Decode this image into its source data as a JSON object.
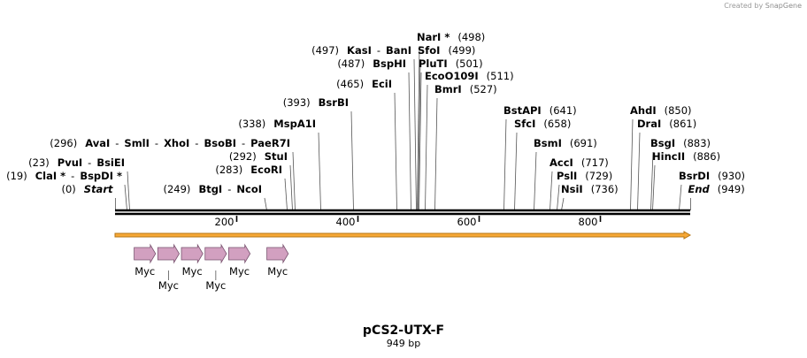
{
  "credit": {
    "prefix": "Created by",
    "brand": "SnapGene"
  },
  "map": {
    "title": "pCS2-UTX-F",
    "length_label": "949 bp",
    "length": 949,
    "ticks": [
      "200",
      "400",
      "600",
      "800"
    ],
    "tick_values": [
      200,
      400,
      600,
      800
    ]
  },
  "sites": [
    {
      "parts": [
        {
          "t": "(0)",
          "c": "pos"
        },
        {
          "t": "Start",
          "c": "it"
        }
      ],
      "pos": 0
    },
    {
      "parts": [
        {
          "t": "(19)",
          "c": "pos"
        },
        {
          "t": "ClaI *",
          "c": "nm"
        },
        {
          "t": "-",
          "c": "pos"
        },
        {
          "t": "BspDI *",
          "c": "nm"
        }
      ],
      "pos": 19
    },
    {
      "parts": [
        {
          "t": "(23)",
          "c": "pos"
        },
        {
          "t": "PvuI",
          "c": "nm"
        },
        {
          "t": "-",
          "c": "pos"
        },
        {
          "t": "BsiEI",
          "c": "nm"
        }
      ],
      "pos": 23
    },
    {
      "parts": [
        {
          "t": "(249)",
          "c": "pos"
        },
        {
          "t": "BtgI",
          "c": "nm"
        },
        {
          "t": "-",
          "c": "pos"
        },
        {
          "t": "NcoI",
          "c": "nm"
        }
      ],
      "pos": 249
    },
    {
      "parts": [
        {
          "t": "(283)",
          "c": "pos"
        },
        {
          "t": "EcoRI",
          "c": "nm"
        }
      ],
      "pos": 283
    },
    {
      "parts": [
        {
          "t": "(292)",
          "c": "pos"
        },
        {
          "t": "StuI",
          "c": "nm"
        }
      ],
      "pos": 292
    },
    {
      "parts": [
        {
          "t": "(296)",
          "c": "pos"
        },
        {
          "t": "AvaI",
          "c": "nm"
        },
        {
          "t": "-",
          "c": "pos"
        },
        {
          "t": "SmlI",
          "c": "nm"
        },
        {
          "t": "-",
          "c": "pos"
        },
        {
          "t": "XhoI",
          "c": "nm"
        },
        {
          "t": "-",
          "c": "pos"
        },
        {
          "t": "BsoBI",
          "c": "nm"
        },
        {
          "t": "-",
          "c": "pos"
        },
        {
          "t": "PaeR7I",
          "c": "nm"
        }
      ],
      "pos": 296
    },
    {
      "parts": [
        {
          "t": "(338)",
          "c": "pos"
        },
        {
          "t": "MspA1I",
          "c": "nm"
        }
      ],
      "pos": 338
    },
    {
      "parts": [
        {
          "t": "(393)",
          "c": "pos"
        },
        {
          "t": "BsrBI",
          "c": "nm"
        }
      ],
      "pos": 393
    },
    {
      "parts": [
        {
          "t": "(465)",
          "c": "pos"
        },
        {
          "t": "EciI",
          "c": "nm"
        }
      ],
      "pos": 465
    },
    {
      "parts": [
        {
          "t": "(487)",
          "c": "pos"
        },
        {
          "t": "BspHI",
          "c": "nm"
        }
      ],
      "pos": 487
    },
    {
      "parts": [
        {
          "t": "(497)",
          "c": "pos"
        },
        {
          "t": "KasI",
          "c": "nm"
        },
        {
          "t": "-",
          "c": "pos"
        },
        {
          "t": "BanI",
          "c": "nm"
        }
      ],
      "pos": 497
    },
    {
      "parts": [
        {
          "t": "NarI *",
          "c": "nm"
        },
        {
          "t": "(498)",
          "c": "pos"
        }
      ],
      "pos": 498
    },
    {
      "parts": [
        {
          "t": "SfoI",
          "c": "nm"
        },
        {
          "t": "(499)",
          "c": "pos"
        }
      ],
      "pos": 499
    },
    {
      "parts": [
        {
          "t": "PluTI",
          "c": "nm"
        },
        {
          "t": "(501)",
          "c": "pos"
        }
      ],
      "pos": 501
    },
    {
      "parts": [
        {
          "t": "EcoO109I",
          "c": "nm"
        },
        {
          "t": "(511)",
          "c": "pos"
        }
      ],
      "pos": 511
    },
    {
      "parts": [
        {
          "t": "BmrI",
          "c": "nm"
        },
        {
          "t": "(527)",
          "c": "pos"
        }
      ],
      "pos": 527
    },
    {
      "parts": [
        {
          "t": "BstAPI",
          "c": "nm"
        },
        {
          "t": "(641)",
          "c": "pos"
        }
      ],
      "pos": 641
    },
    {
      "parts": [
        {
          "t": "SfcI",
          "c": "nm"
        },
        {
          "t": "(658)",
          "c": "pos"
        }
      ],
      "pos": 658
    },
    {
      "parts": [
        {
          "t": "BsmI",
          "c": "nm"
        },
        {
          "t": "(691)",
          "c": "pos"
        }
      ],
      "pos": 691
    },
    {
      "parts": [
        {
          "t": "AccI",
          "c": "nm"
        },
        {
          "t": "(717)",
          "c": "pos"
        }
      ],
      "pos": 717
    },
    {
      "parts": [
        {
          "t": "PslI",
          "c": "nm"
        },
        {
          "t": "(729)",
          "c": "pos"
        }
      ],
      "pos": 729
    },
    {
      "parts": [
        {
          "t": "NsiI",
          "c": "nm"
        },
        {
          "t": "(736)",
          "c": "pos"
        }
      ],
      "pos": 736
    },
    {
      "parts": [
        {
          "t": "AhdI",
          "c": "nm"
        },
        {
          "t": "(850)",
          "c": "pos"
        }
      ],
      "pos": 850
    },
    {
      "parts": [
        {
          "t": "DraI",
          "c": "nm"
        },
        {
          "t": "(861)",
          "c": "pos"
        }
      ],
      "pos": 861
    },
    {
      "parts": [
        {
          "t": "BsgI",
          "c": "nm"
        },
        {
          "t": "(883)",
          "c": "pos"
        }
      ],
      "pos": 883
    },
    {
      "parts": [
        {
          "t": "HincII",
          "c": "nm"
        },
        {
          "t": "(886)",
          "c": "pos"
        }
      ],
      "pos": 886
    },
    {
      "parts": [
        {
          "t": "BsrDI",
          "c": "nm"
        },
        {
          "t": "(930)",
          "c": "pos"
        }
      ],
      "pos": 930
    },
    {
      "parts": [
        {
          "t": "End",
          "c": "it"
        },
        {
          "t": "(949)",
          "c": "pos"
        }
      ],
      "pos": 949
    }
  ],
  "features": {
    "orf": {
      "start": 0,
      "end": 949,
      "color": "#f7a836",
      "border": "#b57614"
    },
    "tags": [
      {
        "name": "Myc",
        "start": 33,
        "end": 64
      },
      {
        "name": "Myc",
        "start": 72,
        "end": 103
      },
      {
        "name": "Myc",
        "start": 111,
        "end": 142
      },
      {
        "name": "Myc",
        "start": 150,
        "end": 181
      },
      {
        "name": "Myc",
        "start": 189,
        "end": 220
      },
      {
        "name": "Myc",
        "start": 252,
        "end": 283
      }
    ],
    "tag_color": "#d2a0c0",
    "tag_border": "#7a5370"
  }
}
